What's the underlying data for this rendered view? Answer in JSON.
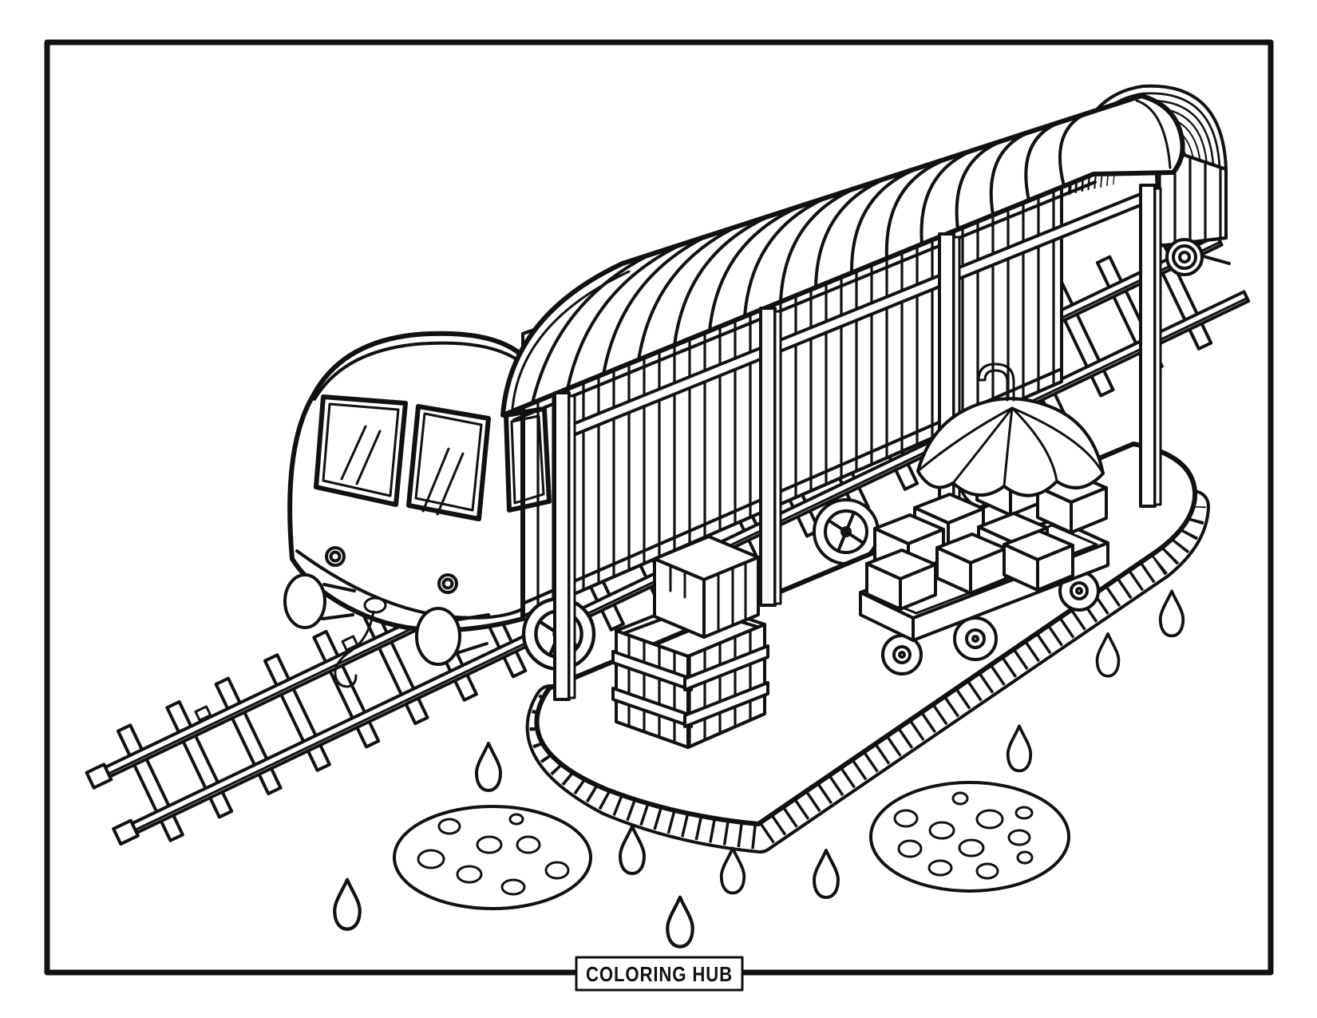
{
  "branding": {
    "label": "COLORING HUB"
  },
  "colors": {
    "line": "#111111",
    "bg": "#ffffff"
  },
  "scene": {
    "elements": [
      "locomotive",
      "freight-wagon-side",
      "rear-wagon",
      "station-canopy",
      "canopy-ribs",
      "support-posts",
      "beam",
      "platform",
      "wooden-crate",
      "parcel-box",
      "luggage-cart",
      "parcel-stack",
      "umbrella",
      "railroad-track",
      "raindrops",
      "puddles"
    ]
  }
}
